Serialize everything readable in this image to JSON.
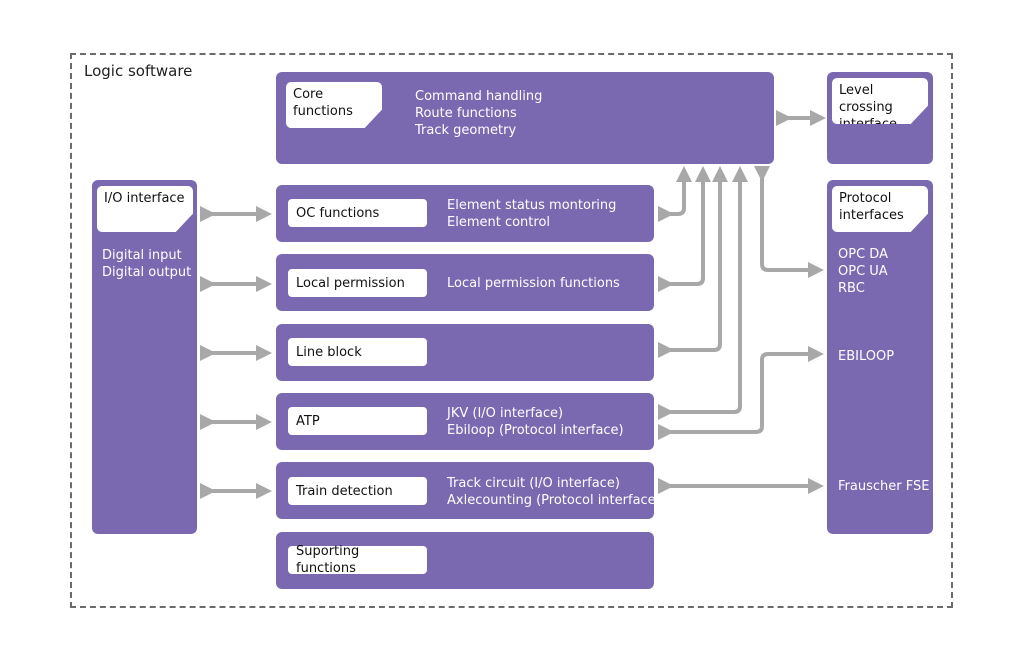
{
  "frame": {
    "title": "Logic software"
  },
  "core": {
    "label": "Core functions",
    "lines": [
      "Command handling",
      "Route functions",
      "Track geometry"
    ]
  },
  "level_crossing": {
    "label": "Level crossing interface"
  },
  "io_interface": {
    "label": "I/O interface",
    "lines": [
      "Digital input",
      "Digital output"
    ]
  },
  "oc": {
    "label": "OC functions",
    "lines": [
      "Element status montoring",
      "Element control"
    ]
  },
  "local_permission": {
    "label": "Local permission",
    "lines": [
      "Local permission functions"
    ]
  },
  "line_block": {
    "label": "Line block"
  },
  "atp": {
    "label": "ATP",
    "lines": [
      "JKV (I/O interface)",
      "Ebiloop (Protocol interface)"
    ]
  },
  "train_detection": {
    "label": "Train detection",
    "lines": [
      "Track circuit (I/O interface)",
      "Axlecounting (Protocol interface)"
    ]
  },
  "supporting": {
    "label": "Suporting functions"
  },
  "protocol": {
    "label": "Protocol interfaces",
    "group1": [
      "OPC DA",
      "OPC UA",
      "RBC"
    ],
    "ebiloop": "EBILOOP",
    "frauscher": "Frauscher FSE"
  },
  "colors": {
    "box": "#7a68b0",
    "arrow": "#a8a8a8",
    "frame": "#6b6b6b"
  }
}
